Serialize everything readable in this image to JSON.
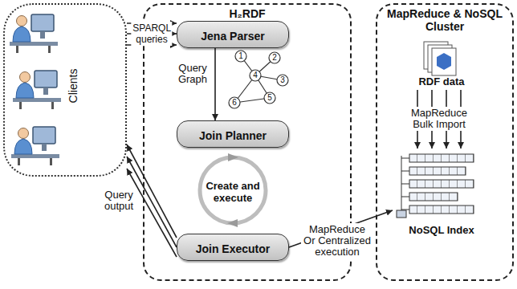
{
  "diagram": {
    "nodes": [
      {
        "text": [
          "Clients"
        ]
      },
      {
        "text": [
          "H₂RDF"
        ]
      },
      {
        "text": [
          "Jena Parser"
        ],
        "in": 1
      },
      {
        "text": [
          "Join Planner"
        ],
        "in": 1
      },
      {
        "text": [
          "Create and execute"
        ],
        "in": 1
      },
      {
        "text": [
          "Join Executor"
        ],
        "in": 1
      },
      {
        "text": [
          "MapReduce & NoSQL Cluster"
        ]
      },
      {
        "text": [
          "RDF data"
        ],
        "in": 6
      },
      {
        "text": [
          "NoSQL Index"
        ],
        "in": 6
      }
    ],
    "edges": [
      {
        "from": 0,
        "to": 2,
        "label": "SPARQL queries",
        "arrow": "to"
      },
      {
        "from": 2,
        "to": 3,
        "label": "Query Graph",
        "arrow": "to"
      },
      {
        "from": 5,
        "to": 0,
        "label": "Query output",
        "arrow": "to"
      },
      {
        "from": 5,
        "to": 8,
        "label": "MapReduce Or Centralized execution",
        "arrow": "to"
      },
      {
        "from": 7,
        "to": 8,
        "label": "MapReduce Bulk Import",
        "arrow": "to"
      }
    ],
    "labels": [
      "1",
      "2",
      "3",
      "4",
      "5",
      "6"
    ]
  }
}
